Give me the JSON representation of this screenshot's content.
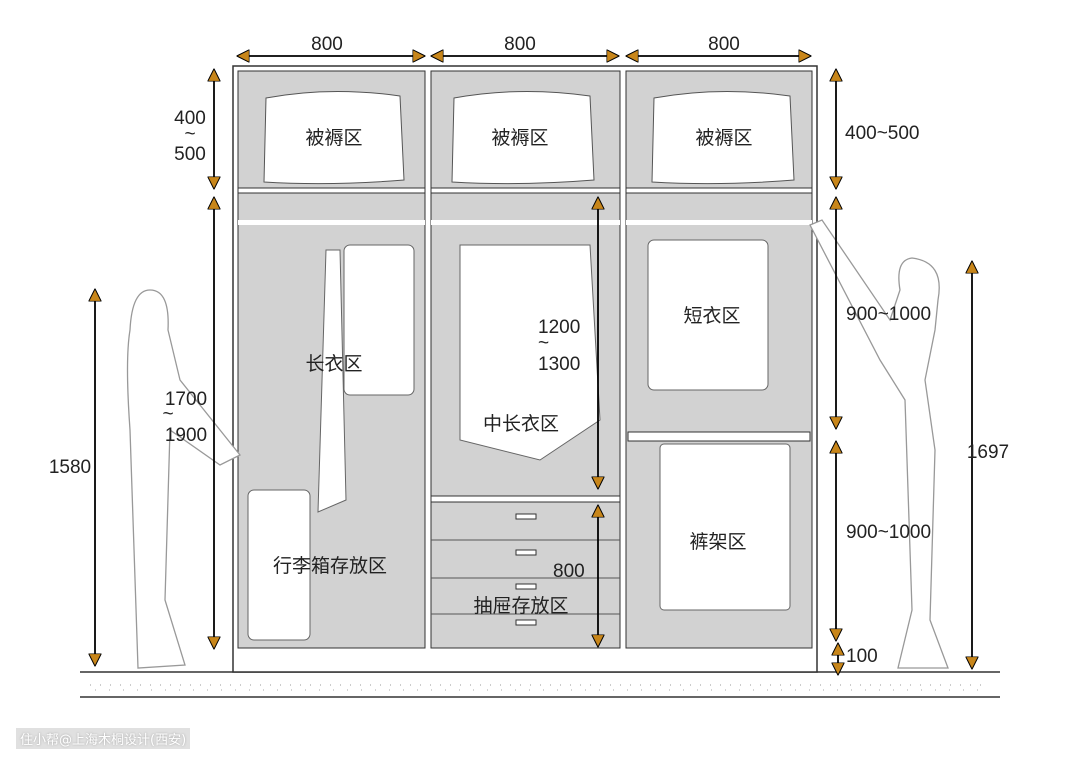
{
  "widths": [
    "800",
    "800",
    "800"
  ],
  "zones": {
    "bedding": "被褥区",
    "long_clothes": "长衣区",
    "mid_long_clothes": "中长衣区",
    "short_clothes": "短衣区",
    "luggage": "行李箱存放区",
    "drawers": "抽屉存放区",
    "trousers": "裤架区"
  },
  "dimensions": {
    "top_left_a": "400",
    "top_left_tilde": "~",
    "top_left_b": "500",
    "top_right": "400~500",
    "long_a": "1700",
    "long_tilde": "~",
    "long_b": "1900",
    "woman_height": "1580",
    "mid_a": "1200",
    "mid_tilde": "~",
    "mid_b": "1300",
    "drawer": "800",
    "short_right": "900~1000",
    "trouser_right": "900~1000",
    "base": "100",
    "man_height": "1697"
  },
  "watermark": "住小帮@上海木桐设计(西安)",
  "colors": {
    "arrow": "#c8861a",
    "interior": "#d2d2d2"
  }
}
